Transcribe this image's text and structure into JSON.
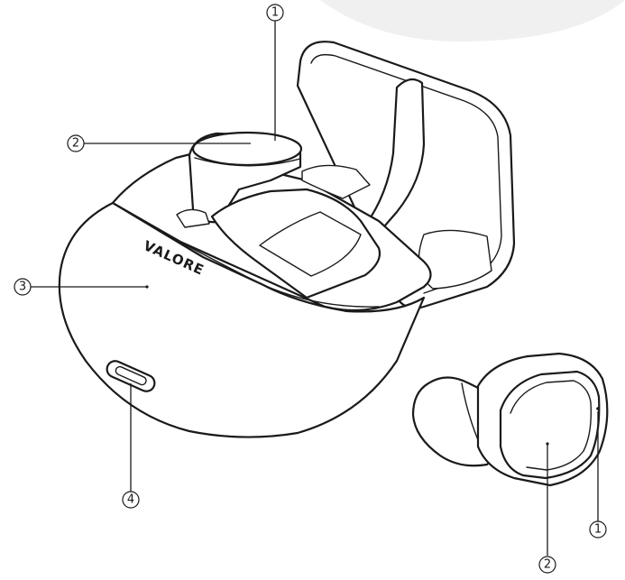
{
  "brand_label": "VALORE",
  "callouts": {
    "case_lid_top": "1",
    "case_earbud_top": "2",
    "case_body": "3",
    "case_port": "4",
    "earbud_sensor": "1",
    "earbud_face": "2"
  },
  "colors": {
    "line": "#1a1a1a",
    "background_shape": "#f0f0f0"
  }
}
